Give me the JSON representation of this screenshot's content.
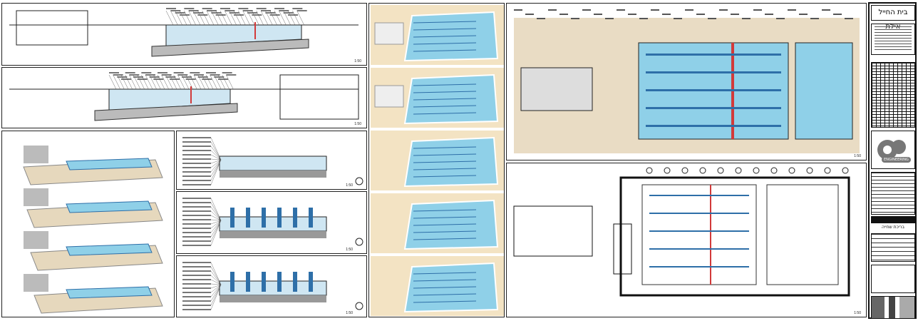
{
  "title_block": {
    "project_title": "בית החייל אילת",
    "logo_text": "ENGINEERING",
    "drawing_subject": "בריכת שחייה"
  },
  "colors": {
    "pool_water": "#8fd0e8",
    "pool_lane": "#2e6fa8",
    "red_line": "#d23a3a",
    "sand": "#f3e3c3",
    "deck": "#e9dcc4"
  },
  "panels": {
    "lane_count": 6,
    "scale_label": "1:50"
  }
}
